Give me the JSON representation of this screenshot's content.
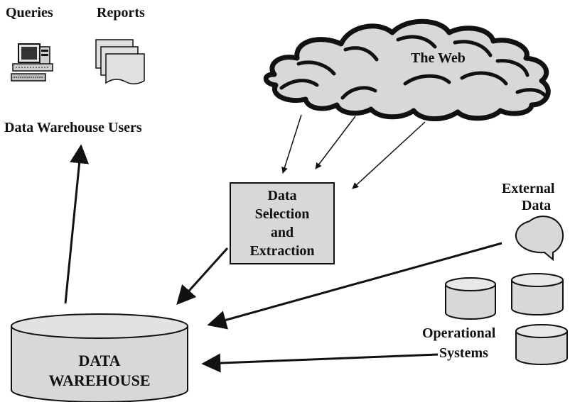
{
  "labels": {
    "queries": "Queries",
    "reports": "Reports",
    "users": "Data Warehouse Users",
    "web": "The Web",
    "extraction": [
      "Data",
      "Selection",
      "and",
      "Extraction"
    ],
    "external": [
      "External",
      "Data"
    ],
    "operational": [
      "Operational",
      "Systems"
    ],
    "warehouse": [
      "DATA",
      "WAREHOUSE"
    ]
  },
  "icons": {
    "queries": "computer-terminal-icon",
    "reports": "stacked-documents-icon",
    "web": "cloud-icon",
    "external": "speech-bubble-icon",
    "operational": "database-cylinder-icon",
    "warehouse": "database-cylinder-icon"
  },
  "colors": {
    "fill": "#d8d8d8",
    "stroke": "#111111"
  }
}
